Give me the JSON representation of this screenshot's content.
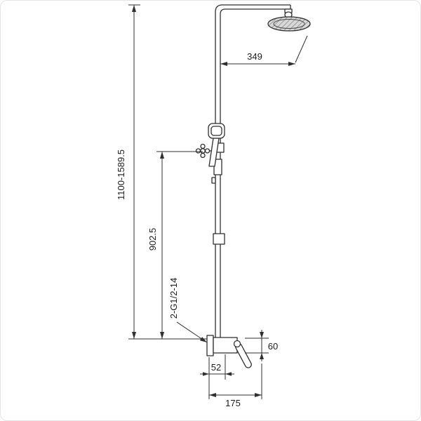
{
  "diagram": {
    "type": "technical-drawing",
    "subject": "exposed shower column with overhead rain shower, hand shower and single-lever mixer",
    "colors": {
      "line": "#2f2f2f",
      "head_fill": "#d8d8d8",
      "head_hatch": "#8a8a8a"
    },
    "labels": {
      "overall_height": "1100-1589.5",
      "head_offset": "349",
      "hand_shower_height": "902.5",
      "thread_spec": "2-G1/2-14",
      "mixer_height": "60",
      "wall_offset": "52",
      "base_width": "175"
    }
  }
}
